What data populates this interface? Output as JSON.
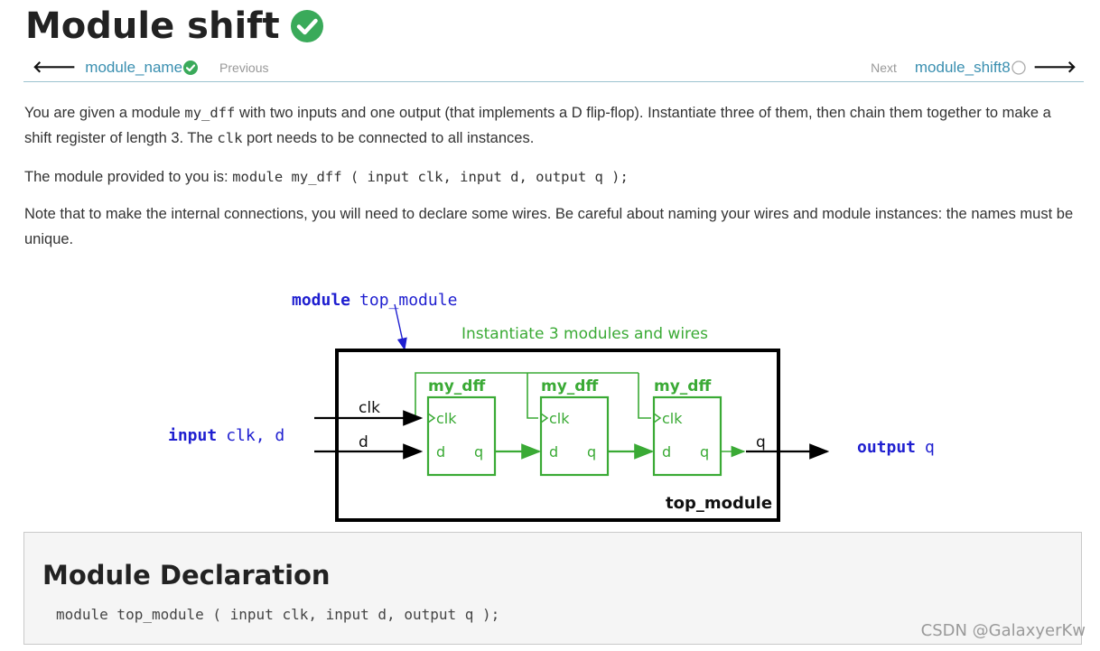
{
  "title": "Module shift",
  "nav": {
    "prev_link": "module_name",
    "prev_label": "Previous",
    "next_label": "Next",
    "next_link": "module_shift8"
  },
  "intro": {
    "p1_a": "You are given a module ",
    "p1_code1": "my_dff",
    "p1_b": " with two inputs and one output (that implements a D flip-flop). Instantiate three of them, then chain them together to make a shift register of length 3. The ",
    "p1_code2": "clk",
    "p1_c": " port needs to be connected to all instances.",
    "p2_a": "The module provided to you is: ",
    "p2_code": "module my_dff ( input clk, input d, output q );",
    "p3": "Note that to make the internal connections, you will need to declare some wires. Be careful about naming your wires and module instances: the names must be unique."
  },
  "diagram": {
    "top_kw": "module",
    "top_name": "top_module",
    "caption": "Instantiate 3 modules and wires",
    "dff_label": "my_dff",
    "port_clk": "clk",
    "port_d": "d",
    "port_q": "q",
    "in_kw": "input",
    "in_names": "clk, d",
    "out_kw": "output",
    "out_name": "q",
    "wire_clk": "clk",
    "wire_d": "d",
    "wire_q": "q",
    "box_label": "top_module",
    "colors": {
      "green": "#3aaa35",
      "blue": "#1f1fd0",
      "black": "#000000"
    }
  },
  "declaration": {
    "heading": "Module Declaration",
    "code": "module top_module ( input clk, input d, output q );"
  },
  "watermark": "CSDN @GalaxyerKw"
}
